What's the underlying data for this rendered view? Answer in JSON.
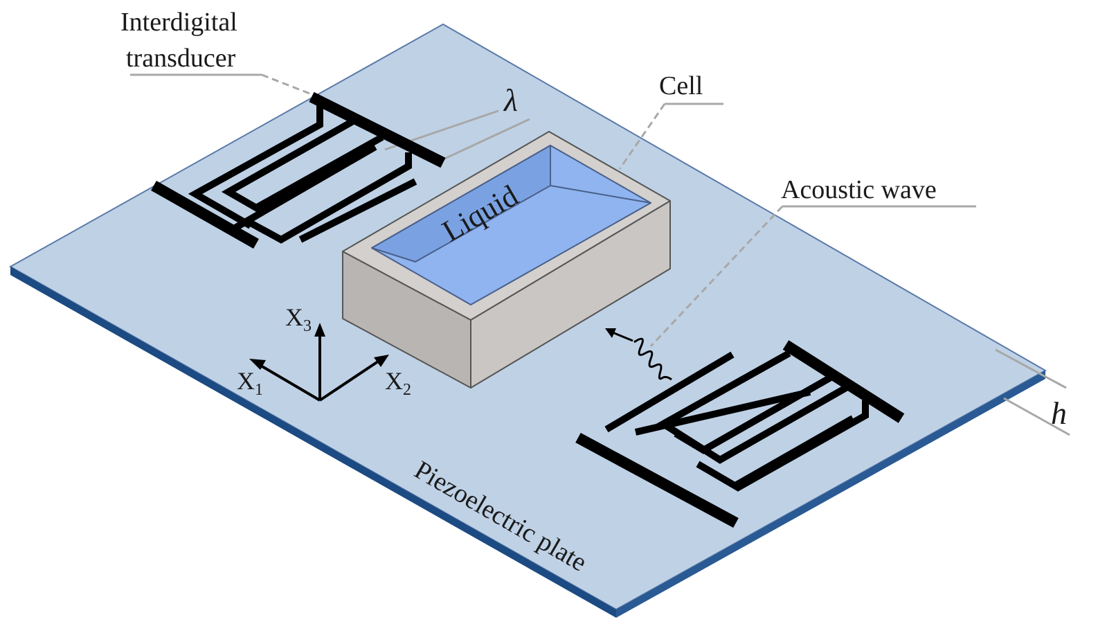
{
  "labels": {
    "idt_line1": "Interdigital",
    "idt_line2": "transducer",
    "lambda": "λ",
    "cell": "Cell",
    "acoustic_wave": "Acoustic  wave",
    "liquid": "Liquid",
    "thickness": "h",
    "plate": "Piezoelectric plate"
  },
  "axes": {
    "x1_letter": "X",
    "x1_sub": "1",
    "x2_letter": "X",
    "x2_sub": "2",
    "x3_letter": "X",
    "x3_sub": "3"
  },
  "colors": {
    "plate_top": "#bfd1e5",
    "plate_edge": "#1c4a82",
    "cell_wall": "#c9c6c3",
    "liquid": "#8fb4ef",
    "electrode": "#000000",
    "leader_line": "#a8a8a8"
  }
}
